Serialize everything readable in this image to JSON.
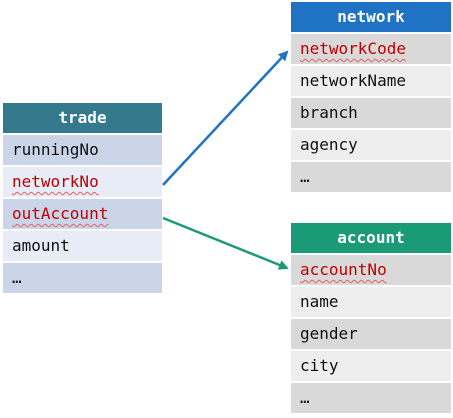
{
  "tables": {
    "trade": {
      "title": "trade",
      "fields": [
        "runningNo",
        "networkNo",
        "outAccount",
        "amount",
        "…"
      ]
    },
    "network": {
      "title": "network",
      "fields": [
        "networkCode",
        "networkName",
        "branch",
        "agency",
        "…"
      ]
    },
    "account": {
      "title": "account",
      "fields": [
        "accountNo",
        "name",
        "gender",
        "city",
        "…"
      ]
    }
  },
  "colors": {
    "trade_header": "#35798c",
    "network_header": "#1f72c4",
    "account_header": "#1b9a78",
    "key_text": "#c00000",
    "arrow_network": "#1f72c4",
    "arrow_account": "#1b9a78"
  }
}
